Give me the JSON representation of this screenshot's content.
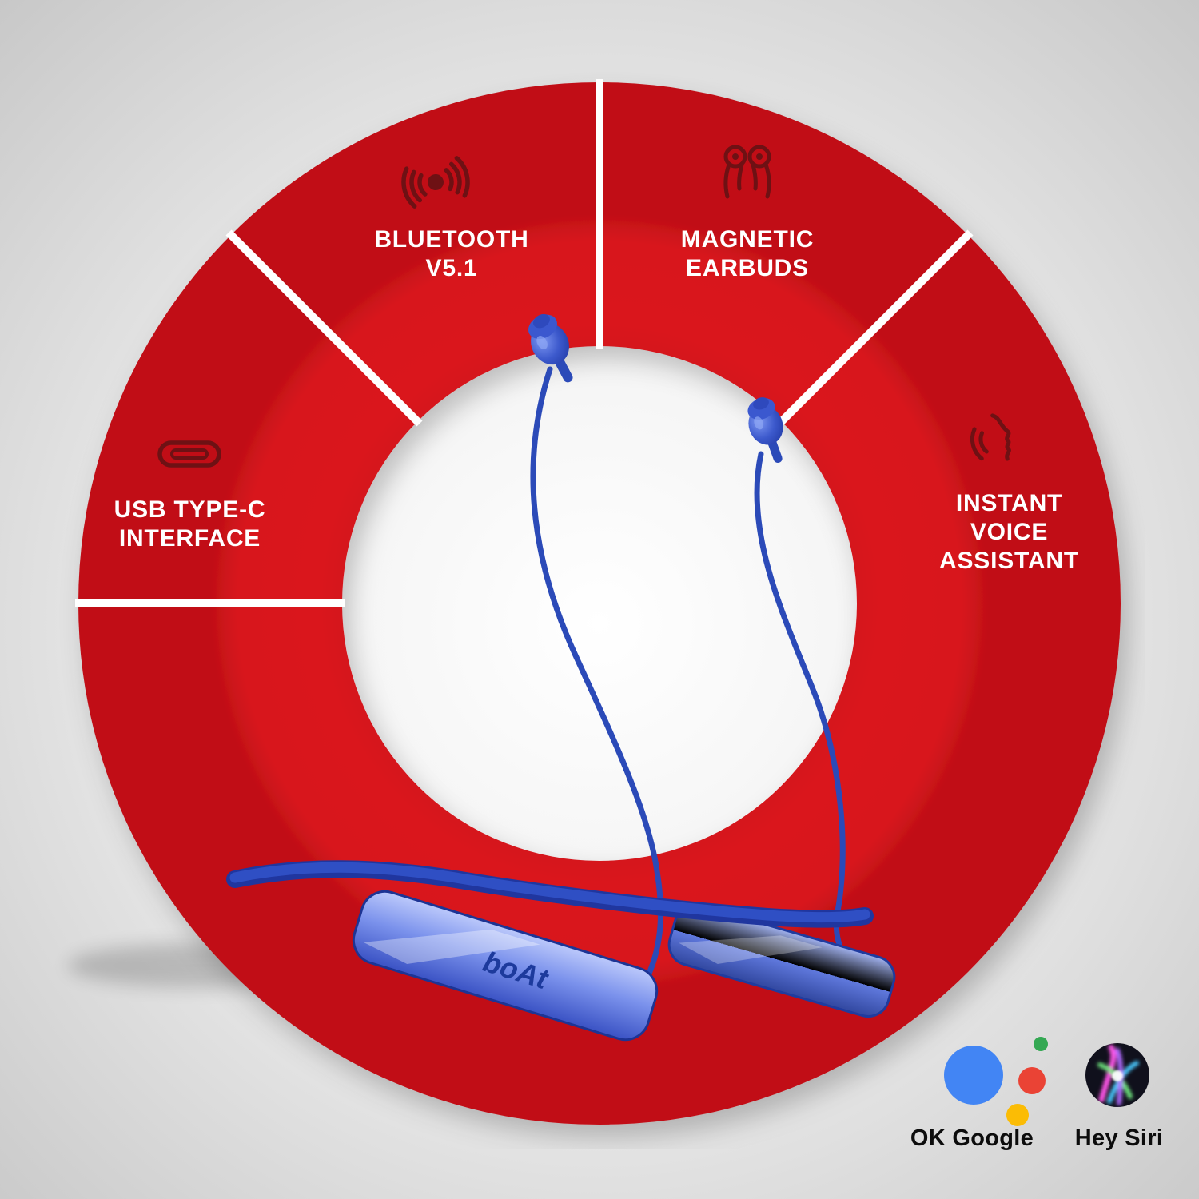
{
  "meta": {
    "type": "product-feature-infographic"
  },
  "colors": {
    "ring_red": "#d6161d",
    "icon_maroon": "#6e1114",
    "feature_text": "#ffffff",
    "divider_white": "#ffffff",
    "product_blue": "#2b4ab8",
    "assistant_label_text": "#0c0c0c",
    "google_blue": "#4285f4",
    "google_red": "#ea4335",
    "google_yellow": "#fbbc05",
    "google_green": "#34a853"
  },
  "features": [
    {
      "icon": "bluetooth-signal-icon",
      "lines": [
        "BLUETOOTH",
        "V5.1"
      ]
    },
    {
      "icon": "magnetic-earbuds-icon",
      "lines": [
        "MAGNETIC",
        "EARBUDS"
      ]
    },
    {
      "icon": "voice-assistant-icon",
      "lines": [
        "INSTANT",
        "VOICE",
        "ASSISTANT"
      ]
    },
    {
      "icon": "usb-type-c-icon",
      "lines": [
        "USB TYPE-C",
        "INTERFACE"
      ]
    }
  ],
  "product": {
    "brand": "boAt"
  },
  "assistants": [
    {
      "icon": "google-assistant-icon",
      "label": "OK Google"
    },
    {
      "icon": "siri-icon",
      "label": "Hey Siri"
    }
  ]
}
